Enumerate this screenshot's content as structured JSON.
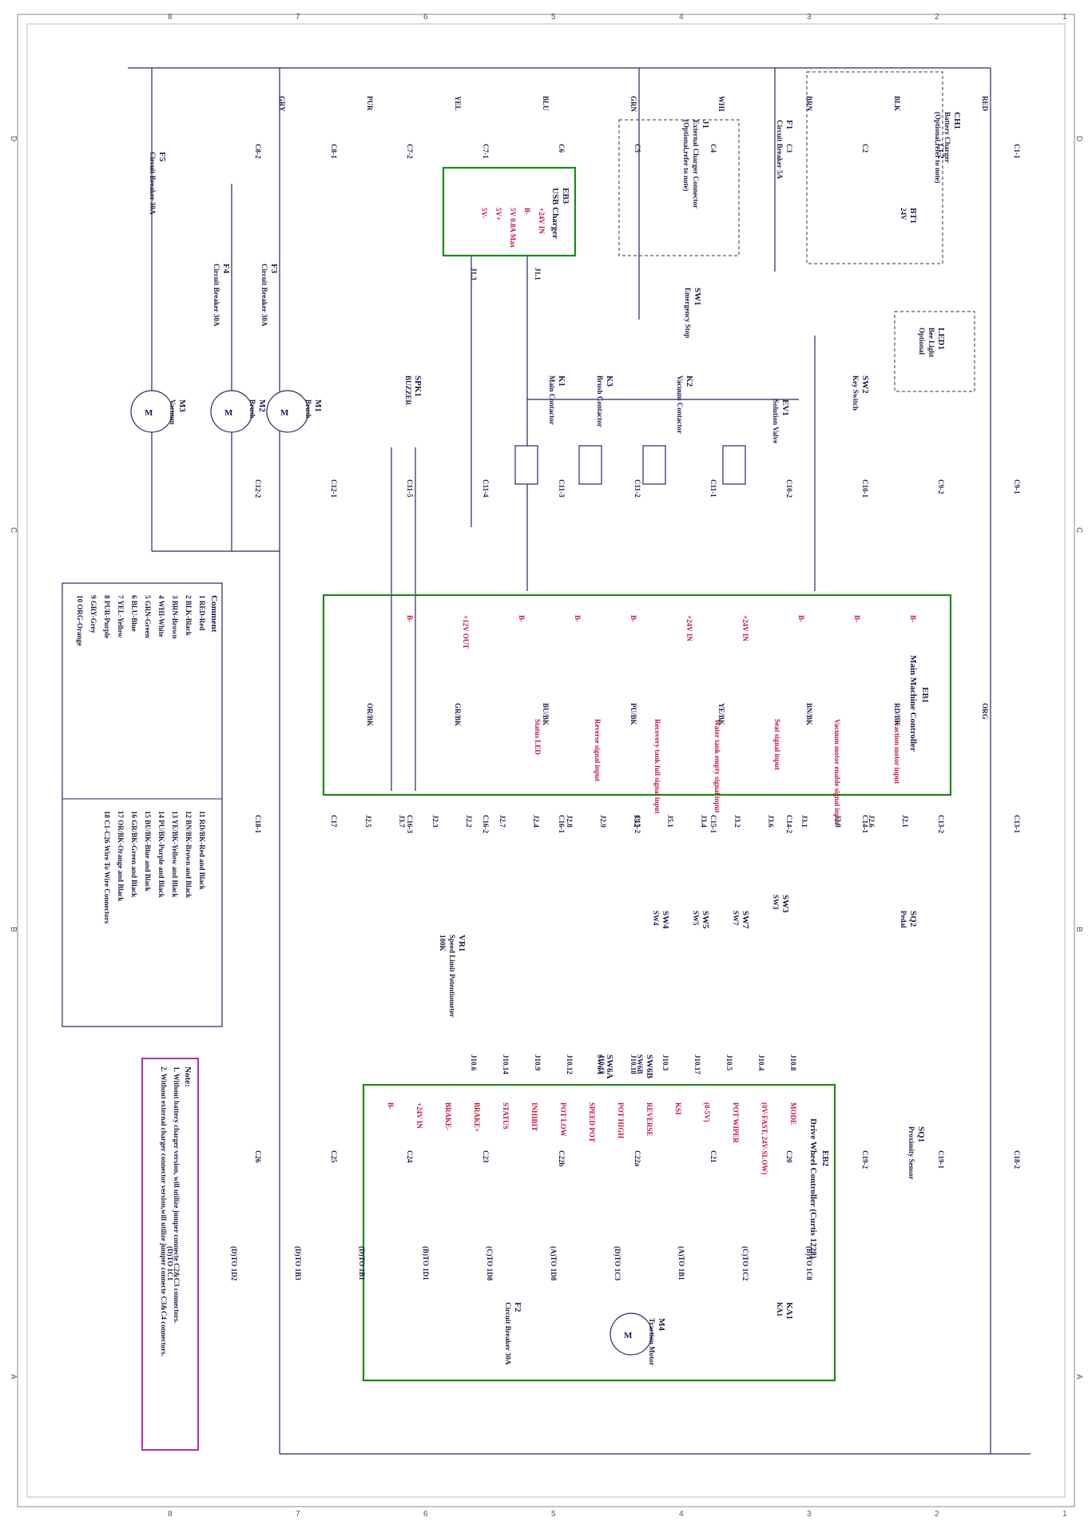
{
  "grid": {
    "cols": [
      "D",
      "C",
      "B",
      "A"
    ],
    "rows": [
      "1",
      "2",
      "3",
      "4",
      "5",
      "6",
      "7",
      "8"
    ]
  },
  "controllers": {
    "eb1": {
      "name": "EB1",
      "title": "Main Machine Controller",
      "pins": [
        "B-",
        "B-",
        "B-",
        "+24V IN",
        "+24V IN",
        "B-",
        "B-",
        "B-",
        "+12V OUT",
        "B-"
      ],
      "signals": [
        "Traction motor input",
        "Vacuum motor enable signal input",
        "Seat signal input",
        "Water tank empty signal input",
        "Recovery tank full signal input",
        "Reverse signal input",
        "Status LED"
      ],
      "connectors": [
        "J2.1",
        "J2.6",
        "J3.8",
        "J3.1",
        "J3.6",
        "J3.2",
        "J3.4",
        "J5.1",
        "J5.2",
        "J2.9",
        "J2.8",
        "J2.4",
        "J2.7",
        "J2.2",
        "J2.3",
        "J3.7",
        "J2.5"
      ]
    },
    "eb2": {
      "name": "EB2",
      "title": "Drive Wheel Controller (Curtis 1228)",
      "signals": [
        "MODE",
        "(0V-FAST, 24V-SLOW)",
        "POT WIPER",
        "(0-5V)",
        "KSI",
        "REVERSE",
        "POT HIGH",
        "SPEED POT",
        "POT LOW",
        "INHIBIT",
        "STATUS",
        "BRAKE+",
        "BRAKE-",
        "+24V IN",
        "B-"
      ],
      "connectors": [
        "J10.8",
        "J10.4",
        "J10.5",
        "J10.17",
        "J10.3",
        "J10.18",
        "J10.13",
        "J10.12",
        "J10.9",
        "J10.14",
        "J10.6"
      ]
    },
    "eb3": {
      "name": "EB3",
      "title": "USB Charger",
      "pins": [
        "+24V IN",
        "B-",
        "5V 0.8A Max",
        "5V+",
        "5V-"
      ],
      "connectors": [
        "J1.1",
        "J1.3"
      ]
    }
  },
  "components": [
    {
      "id": "CH1",
      "label": "Battery Charger",
      "note": "(Optional,refer to note)"
    },
    {
      "id": "BT1",
      "label": "24V"
    },
    {
      "id": "F1",
      "label": "Circuit Breaker 5A"
    },
    {
      "id": "J1",
      "label": "External Charger Connector",
      "note": "(Optional,refer to note)"
    },
    {
      "id": "SW1",
      "label": "Emergency Stop"
    },
    {
      "id": "SW2",
      "label": "Key Switch"
    },
    {
      "id": "LED1",
      "label": "Bee Light",
      "note": "Optional"
    },
    {
      "id": "EV1",
      "label": "Solution Valve"
    },
    {
      "id": "K1",
      "label": "Main Contactor"
    },
    {
      "id": "K2",
      "label": "Vacuum Contactor"
    },
    {
      "id": "K3",
      "label": "Brush Contactor"
    },
    {
      "id": "SPK1",
      "label": "BUZZER"
    },
    {
      "id": "F3",
      "label": "Circuit Breaker 30A"
    },
    {
      "id": "F4",
      "label": "Circuit Breaker 30A"
    },
    {
      "id": "F5",
      "label": "Circuit Breaker 30A"
    },
    {
      "id": "M1",
      "label": "Brush"
    },
    {
      "id": "M2",
      "label": "Brush"
    },
    {
      "id": "M3",
      "label": "Vacuum"
    },
    {
      "id": "M4",
      "label": "Traction Motor"
    },
    {
      "id": "F2",
      "label": "Circuit Breaker 30A"
    },
    {
      "id": "SQ1",
      "label": "Proximity Sensor"
    },
    {
      "id": "SQ2",
      "label": "Pedal"
    },
    {
      "id": "VR1",
      "label": "Speed Limit Potentiometer",
      "note": "100K"
    },
    {
      "id": "KA1",
      "label": "KA1"
    },
    {
      "id": "SW3",
      "label": "SW3"
    },
    {
      "id": "SW4",
      "label": "SW4"
    },
    {
      "id": "SW5",
      "label": "SW5"
    },
    {
      "id": "SW6A",
      "label": "SW6A"
    },
    {
      "id": "SW6B",
      "label": "SW6B"
    },
    {
      "id": "SW7",
      "label": "SW7"
    }
  ],
  "connectors": [
    "C1-1",
    "C1-2",
    "C2",
    "C3",
    "C4",
    "C5",
    "C6",
    "C7-1",
    "C7-2",
    "C8-1",
    "C8-2",
    "C9-1",
    "C9-2",
    "C10-1",
    "C10-2",
    "C11-1",
    "C11-2",
    "C11-3",
    "C11-4",
    "C11-5",
    "C12-1",
    "C12-2",
    "C13-1",
    "C13-2",
    "C14-1",
    "C14-2",
    "C15-1",
    "C15-2",
    "C16-1",
    "C16-2",
    "C16-3",
    "C17",
    "C18-1",
    "C18-2",
    "C19-1",
    "C19-2",
    "C20",
    "C21",
    "C22a",
    "C22b",
    "C23",
    "C24",
    "C25",
    "C26"
  ],
  "wire_colors": [
    "RED",
    "BLK",
    "BRN",
    "WHI",
    "GRN",
    "BLU",
    "YEL",
    "PUR",
    "GRY",
    "ORG",
    "RD/BK",
    "BN/BK",
    "YE/BK",
    "PU/BK",
    "BU/BK",
    "GR/BK",
    "OR/BK"
  ],
  "refs": [
    "(B)TO 1C8",
    "(C)TO 1C2",
    "(A)TO 1B1",
    "(D)TO 1C3",
    "(A)TO 1D8",
    "(C)TO 1D8",
    "(B)TO 1D1",
    "(D)TO 1B1",
    "(D)TO 1B3",
    "(D)TO 1D2",
    "(D)TO 1C1"
  ],
  "legend": {
    "title": "Comment",
    "left": [
      "1  RED-Red",
      "2  BLK-Black",
      "3  BRN-Brown",
      "4  WHI-White",
      "5  GRN-Green",
      "6  BLU-Blue",
      "7  YEL-Yellow",
      "8  PUR-Purple",
      "9  GRY-Grey",
      "10 ORG-Orange"
    ],
    "right": [
      "11 RD/BK-Red and Black",
      "12 BN/BK-Brown and Black",
      "13 YE/BK-Yellow and Black",
      "14 PU/BK-Purple and Black",
      "15 BU/BK-Blue and Black",
      "16 GR/BK-Green and Black",
      "17 OR/BK-Orange and Black",
      "18 C1-C26 Wire To Wire Connectors"
    ]
  },
  "note": {
    "title": "Note:",
    "lines": [
      "1. Without battery charger version, will utilize jumper connecte C2&C3 connectors.",
      "2. Without external charger connector version,will utilize jumper connecte C3&C4 connectors."
    ]
  },
  "colors": {
    "wire": "#27275e",
    "box": "#1a8a1a",
    "signal": "#c0143c",
    "note_box": "#b030b0"
  }
}
